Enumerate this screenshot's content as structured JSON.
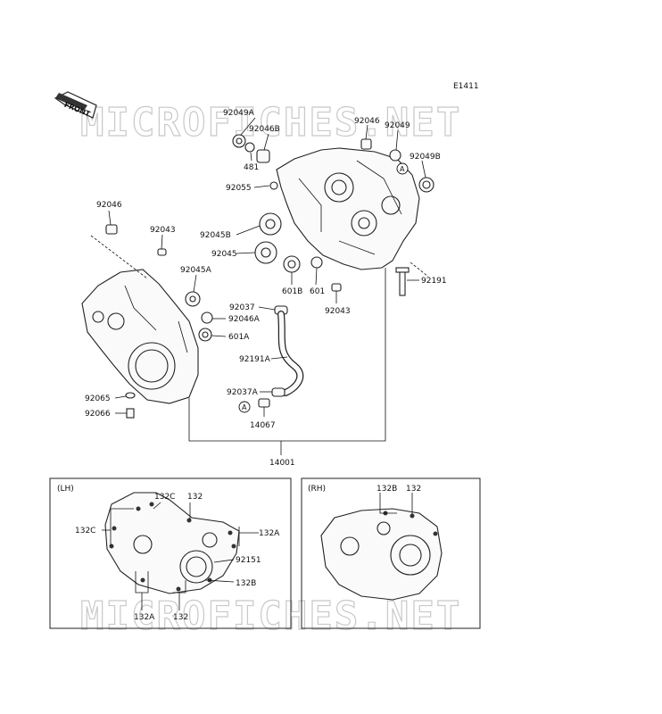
{
  "diagram_code": "E1411",
  "watermark": "MICROFICHES.NET",
  "front_label": "FRONT",
  "callouts": {
    "c92049A": "92049A",
    "c92046B": "92046B",
    "c481": "481",
    "c92055": "92055",
    "c92046_top": "92046",
    "c92049": "92049",
    "c92049B": "92049B",
    "c92046_left": "92046",
    "c92043_left": "92043",
    "c92045A": "92045A",
    "c92045B": "92045B",
    "c92045": "92045",
    "c601B": "601B",
    "c601": "601",
    "c92191": "92191",
    "c92043_mid": "92043",
    "c92037": "92037",
    "c92046A": "92046A",
    "c601A": "601A",
    "c92191A": "92191A",
    "c92037A": "92037A",
    "c92065": "92065",
    "c92066": "92066",
    "c14067": "14067",
    "c14001": "14001",
    "circleA1": "A",
    "circleA2": "A"
  },
  "lh_box": {
    "title": "(LH)",
    "c132C_a": "132C",
    "c132_top": "132",
    "c132C_b": "132C",
    "c132A_r": "132A",
    "c92151": "92151",
    "c132B": "132B",
    "c132A_b": "132A",
    "c132_b": "132"
  },
  "rh_box": {
    "title": "(RH)",
    "c132B": "132B",
    "c132": "132"
  }
}
